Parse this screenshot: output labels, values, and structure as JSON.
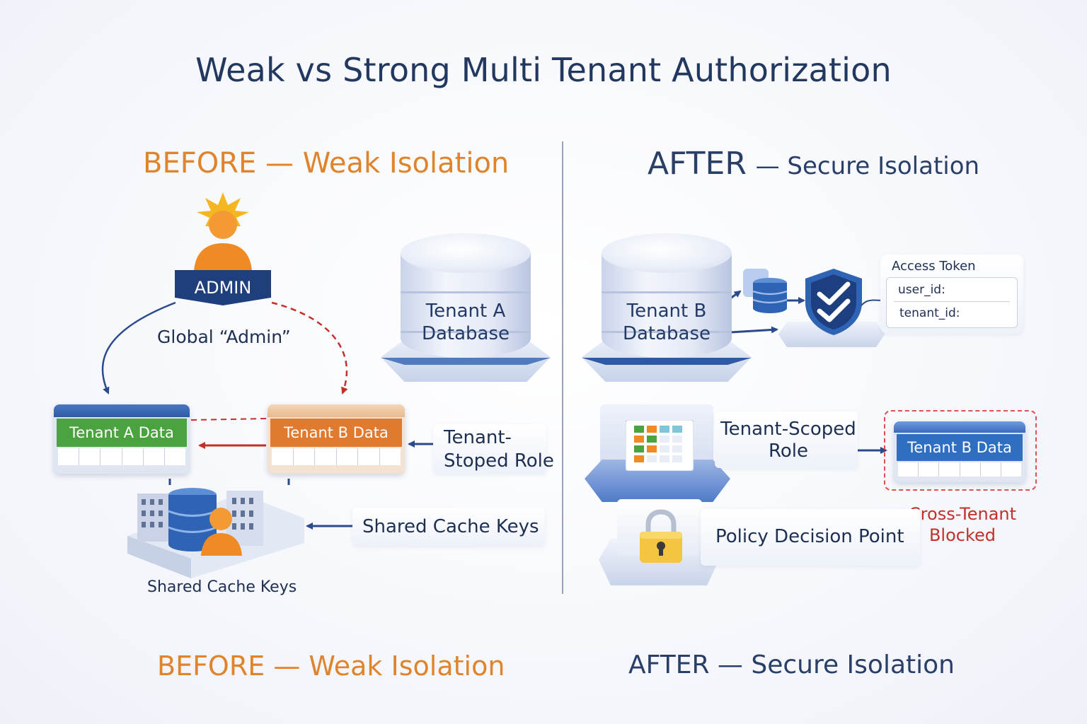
{
  "title": "Weak vs Strong Multi Tenant Authorization",
  "before": {
    "header_top": {
      "main": "BEFORE",
      "rest": "— Weak Isolation"
    },
    "header_bottom": "BEFORE — Weak Isolation",
    "admin_badge": "ADMIN",
    "global_admin": "Global “Admin”",
    "database": {
      "line1": "Tenant A",
      "line2": "Database"
    },
    "tenant_a_data": "Tenant A Data",
    "tenant_b_data": "Tenant B Data",
    "tenant_scoped_role": {
      "line1": "Tenant-",
      "line2": "Stoped Role"
    },
    "shared_cache_callout": "Shared Cache Keys",
    "shared_cache_caption": "Shared Cache Keys"
  },
  "after": {
    "header_top": {
      "main": "AFTER",
      "rest": "— Secure Isolation"
    },
    "header_bottom": "AFTER — Secure Isolation",
    "database": {
      "line1": "Tenant B",
      "line2": "Database"
    },
    "access_token": {
      "title": "Access Token",
      "field1": "user_id:",
      "field2": "tenant_id:"
    },
    "tenant_scoped_role": {
      "line1": "Tenant-Scoped",
      "line2": "Role"
    },
    "tenant_b_data": "Tenant B Data",
    "policy_decision_point": "Policy Decision Point",
    "blocked": {
      "line1": "Cross-Tenant",
      "line2": "Blocked"
    }
  },
  "colors": {
    "navy": "#22385f",
    "orange": "#e0842c",
    "tenant_a_green": "#4aa33f",
    "tenant_b_orange": "#e07a2e",
    "tenant_b_blue": "#2f6fc2",
    "blocked_red": "#c2302a"
  }
}
